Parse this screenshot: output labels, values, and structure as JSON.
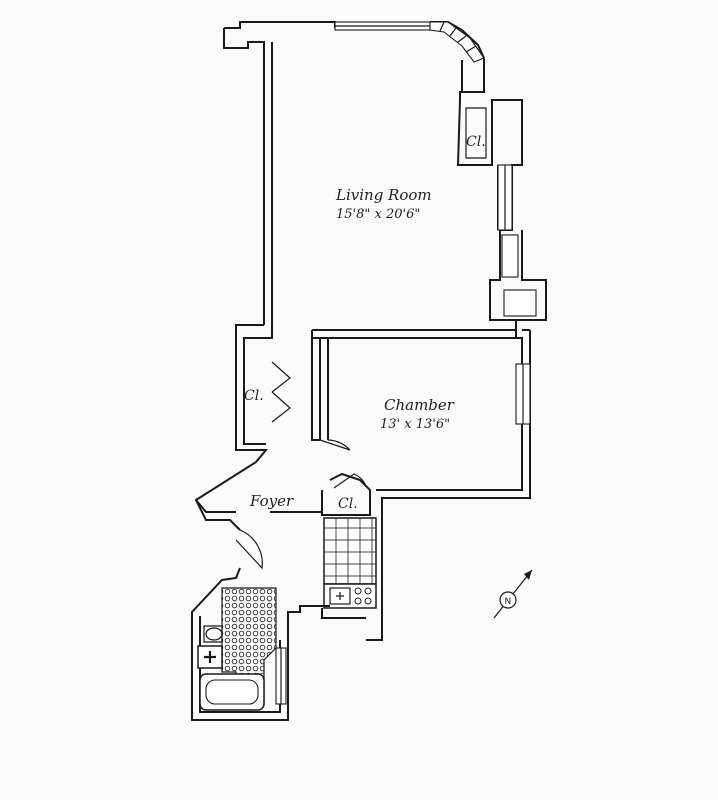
{
  "rooms": {
    "living_room": {
      "name": "Living Room",
      "dims": "15'8\" x 20'6\""
    },
    "chamber": {
      "name": "Chamber",
      "dims": "13' x 13'6\""
    },
    "foyer": {
      "name": "Foyer"
    },
    "closet_label": "Cl."
  },
  "compass": {
    "label": "N"
  },
  "colors": {
    "ink": "#1a1a1a",
    "paper": "#fbfbfb"
  }
}
